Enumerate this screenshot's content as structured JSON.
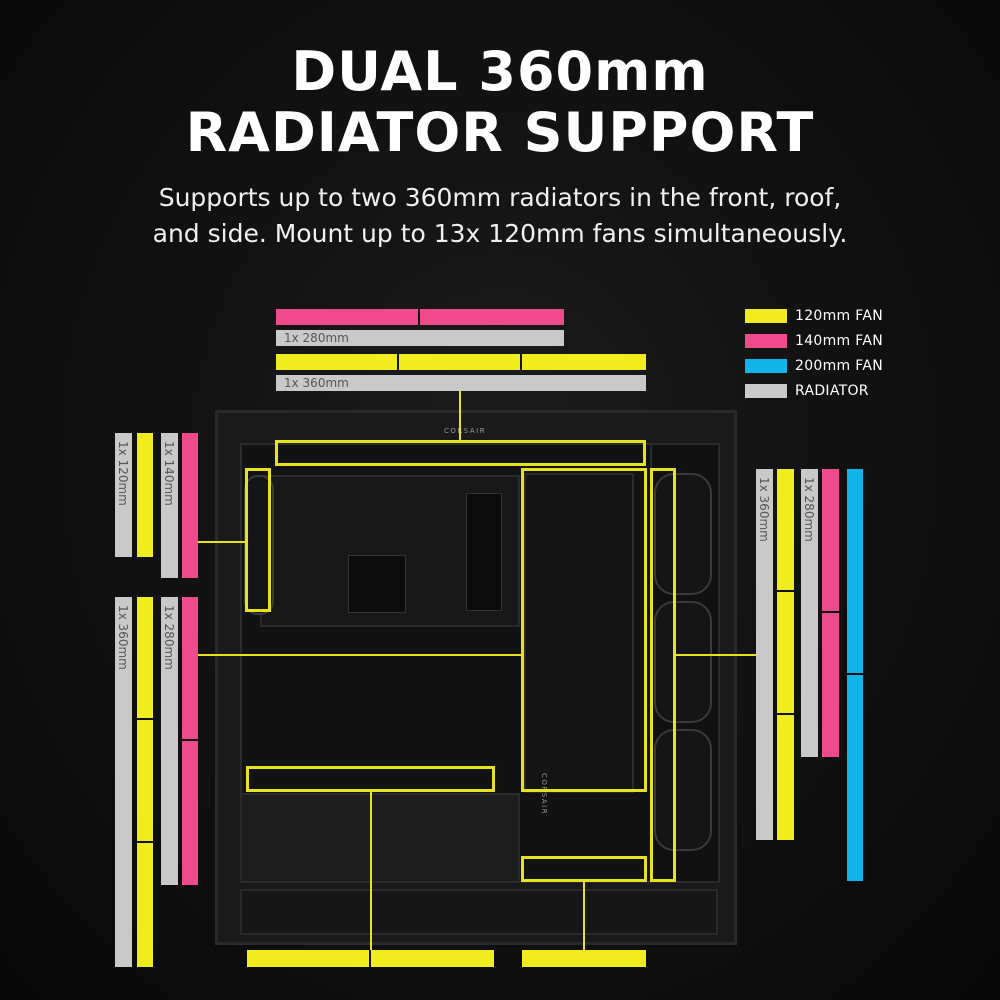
{
  "header": {
    "title_line1": "DUAL 360mm",
    "title_line2": "RADIATOR SUPPORT",
    "subtitle_line1": "Supports up to two 360mm radiators in the front, roof,",
    "subtitle_line2": "and side. Mount up to 13x 120mm fans simultaneously."
  },
  "legend": {
    "fan120": "120mm FAN",
    "fan140": "140mm FAN",
    "fan200": "200mm FAN",
    "radiator": "RADIATOR"
  },
  "colors": {
    "fan120": "#f0ec1e",
    "fan140": "#ee4a8c",
    "fan200": "#12b5ea",
    "radiator": "#c9c9c9"
  },
  "top": {
    "rad_280": "1x 280mm",
    "rad_360": "1x 360mm"
  },
  "rear": {
    "rad_120": "1x 120mm",
    "rad_140": "1x 140mm"
  },
  "side": {
    "rad_360": "1x 360mm",
    "rad_280": "1x 280mm"
  },
  "front": {
    "rad_360": "1x 360mm",
    "rad_280": "1x 280mm"
  },
  "case": {
    "brand": "CORSAIR",
    "brand_vertical": "CORSAIR"
  }
}
